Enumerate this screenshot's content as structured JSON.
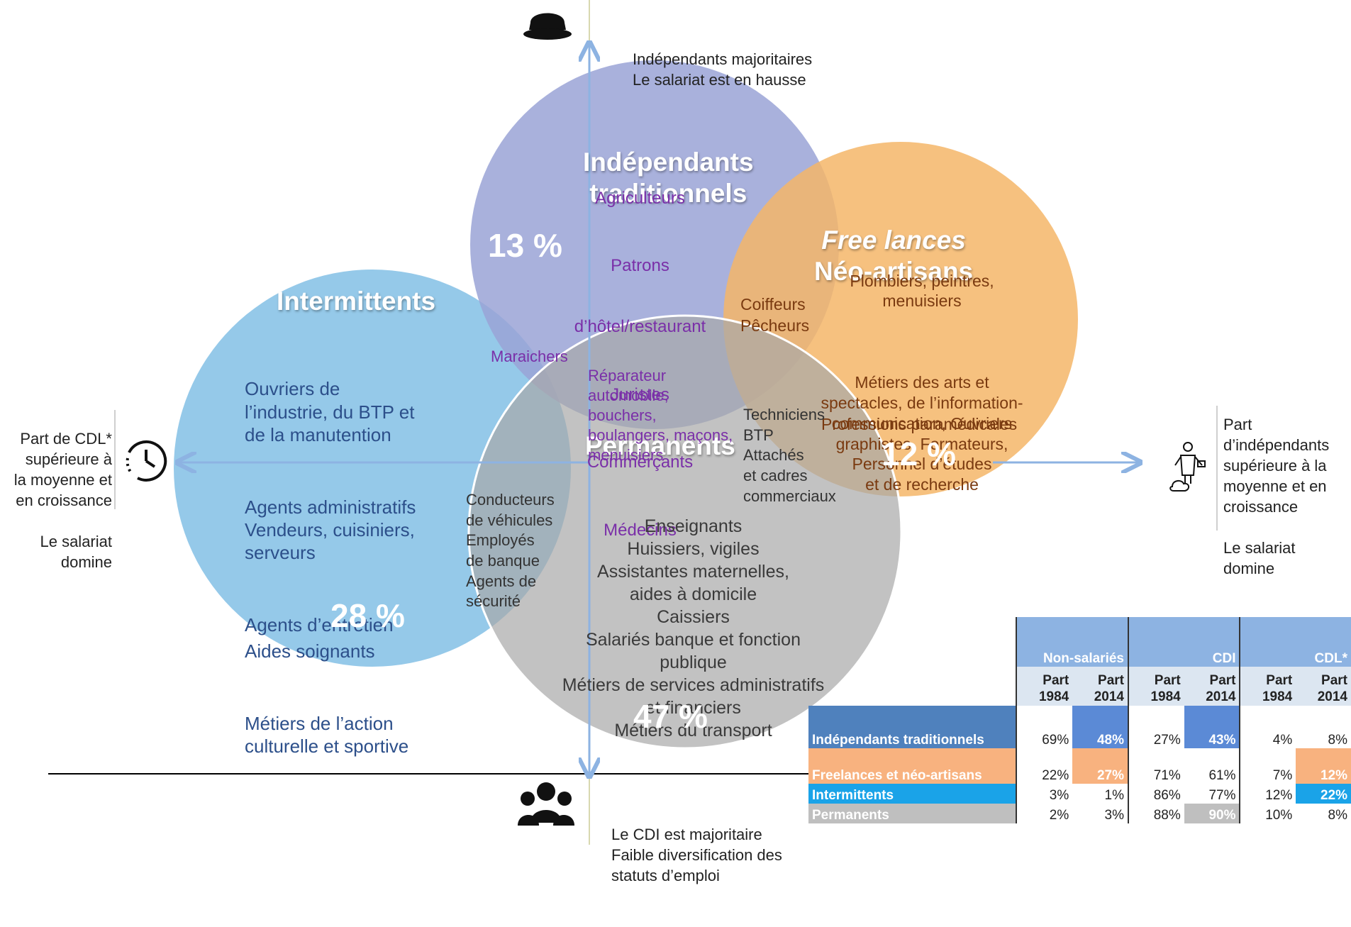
{
  "top_label": [
    "Indépendants majoritaires",
    "Le salariat est en hausse"
  ],
  "bottom_label": [
    "Le CDI est majoritaire",
    "Faible diversification des",
    "statuts d’emploi"
  ],
  "left_label": [
    "Part de CDL*",
    "supérieure à",
    "la moyenne et",
    "en croissance",
    "",
    "Le salariat",
    "domine"
  ],
  "right_label": [
    "Part",
    "d’indépendants",
    "supérieure à la",
    "moyenne et en",
    "croissance",
    "",
    "Le salariat",
    "domine"
  ],
  "icons": {
    "top": "bowler-hat-icon",
    "bottom": "group-people-icon",
    "left": "clock-icon",
    "right": "freelancer-icon"
  },
  "colors": {
    "independants": "#9aa3d6",
    "freelances": "#f5b668",
    "intermittents": "#8fc6e8",
    "permanents": "#b0b0b0",
    "axis": "#8db3e2"
  },
  "circles": {
    "independants": {
      "title1": "Indépendants",
      "title2": "traditionnels",
      "pct": "13 %",
      "items": [
        "Agriculteurs",
        "Patrons",
        "d’hôtel/restaurant",
        "Juristes",
        "Commerçants",
        "Médecins"
      ]
    },
    "freelances": {
      "title1": "Free lances",
      "title2": "Néo-artisans",
      "pct": "12 %",
      "items": [
        "Plombiers, peintres,",
        "menuisiers",
        "",
        "Métiers des arts et",
        "spectacles, de l’information-",
        "communication, Ouvriers",
        "graphistes, Formateurs,",
        "Personnel d’études",
        "et de recherche"
      ],
      "extra": "Professions paramédicales"
    },
    "intermittents": {
      "title": "Intermittents",
      "pct": "28 %",
      "items": [
        "Ouvriers de",
        "l’industrie, du BTP et",
        "de la manutention",
        "Agents administratifs",
        "Vendeurs, cuisiniers,",
        "serveurs",
        "Agents d’entretien",
        "Aides soignants",
        "Métiers de l’action",
        "culturelle et sportive"
      ]
    },
    "permanents": {
      "title": "Permanents",
      "pct": "47 %",
      "items": [
        "Enseignants",
        "Huissiers, vigiles",
        "Assistantes maternelles,",
        "aides à domicile",
        "Caissiers",
        "Salariés banque et fonction",
        "publique",
        "Métiers de services administratifs",
        "et financiers",
        "Métiers du transport"
      ]
    }
  },
  "overlaps": {
    "indep_free": [
      "Coiffeurs",
      "Pêcheurs"
    ],
    "maraichers": "Maraichers",
    "center_purple": [
      "Réparateur",
      "automobile,",
      "bouchers,",
      "boulangers, maçons,",
      "menuisiers"
    ],
    "free_perm": [
      "Techniciens",
      "BTP",
      "Attachés",
      "et cadres",
      "commerciaux"
    ],
    "inter_perm": [
      "Conducteurs",
      "de véhicules",
      "Employés",
      "de banque",
      "Agents de",
      "sécurité"
    ]
  },
  "table": {
    "groups": [
      "Non-salariés",
      "CDI",
      "CDL*"
    ],
    "subheaders": [
      "Part\n1984",
      "Part\n2014",
      "Part\n1984",
      "Part\n2014",
      "Part\n1984",
      "Part\n2014"
    ],
    "rows": [
      {
        "label": "Indépendants traditionnels",
        "color": "#4f81bd",
        "values": [
          "69%",
          "48%",
          "27%",
          "43%",
          "4%",
          "8%"
        ],
        "hl": [
          1,
          3
        ],
        "hlcolor": "#5b8ad6"
      },
      {
        "label": "Freelances et néo-artisans",
        "color": "#f8b27f",
        "values": [
          "22%",
          "27%",
          "71%",
          "61%",
          "7%",
          "12%"
        ],
        "hl": [
          1,
          5
        ],
        "hlcolor": "#f8b27f"
      },
      {
        "label": "Intermittents",
        "color": "#1aa3e8",
        "values": [
          "3%",
          "1%",
          "86%",
          "77%",
          "12%",
          "22%"
        ],
        "hl": [
          5
        ],
        "hlcolor": "#1aa3e8"
      },
      {
        "label": "Permanents",
        "color": "#bfbfbf",
        "values": [
          "2%",
          "3%",
          "88%",
          "90%",
          "10%",
          "8%"
        ],
        "hl": [
          3
        ],
        "hlcolor": "#bfbfbf"
      }
    ]
  }
}
